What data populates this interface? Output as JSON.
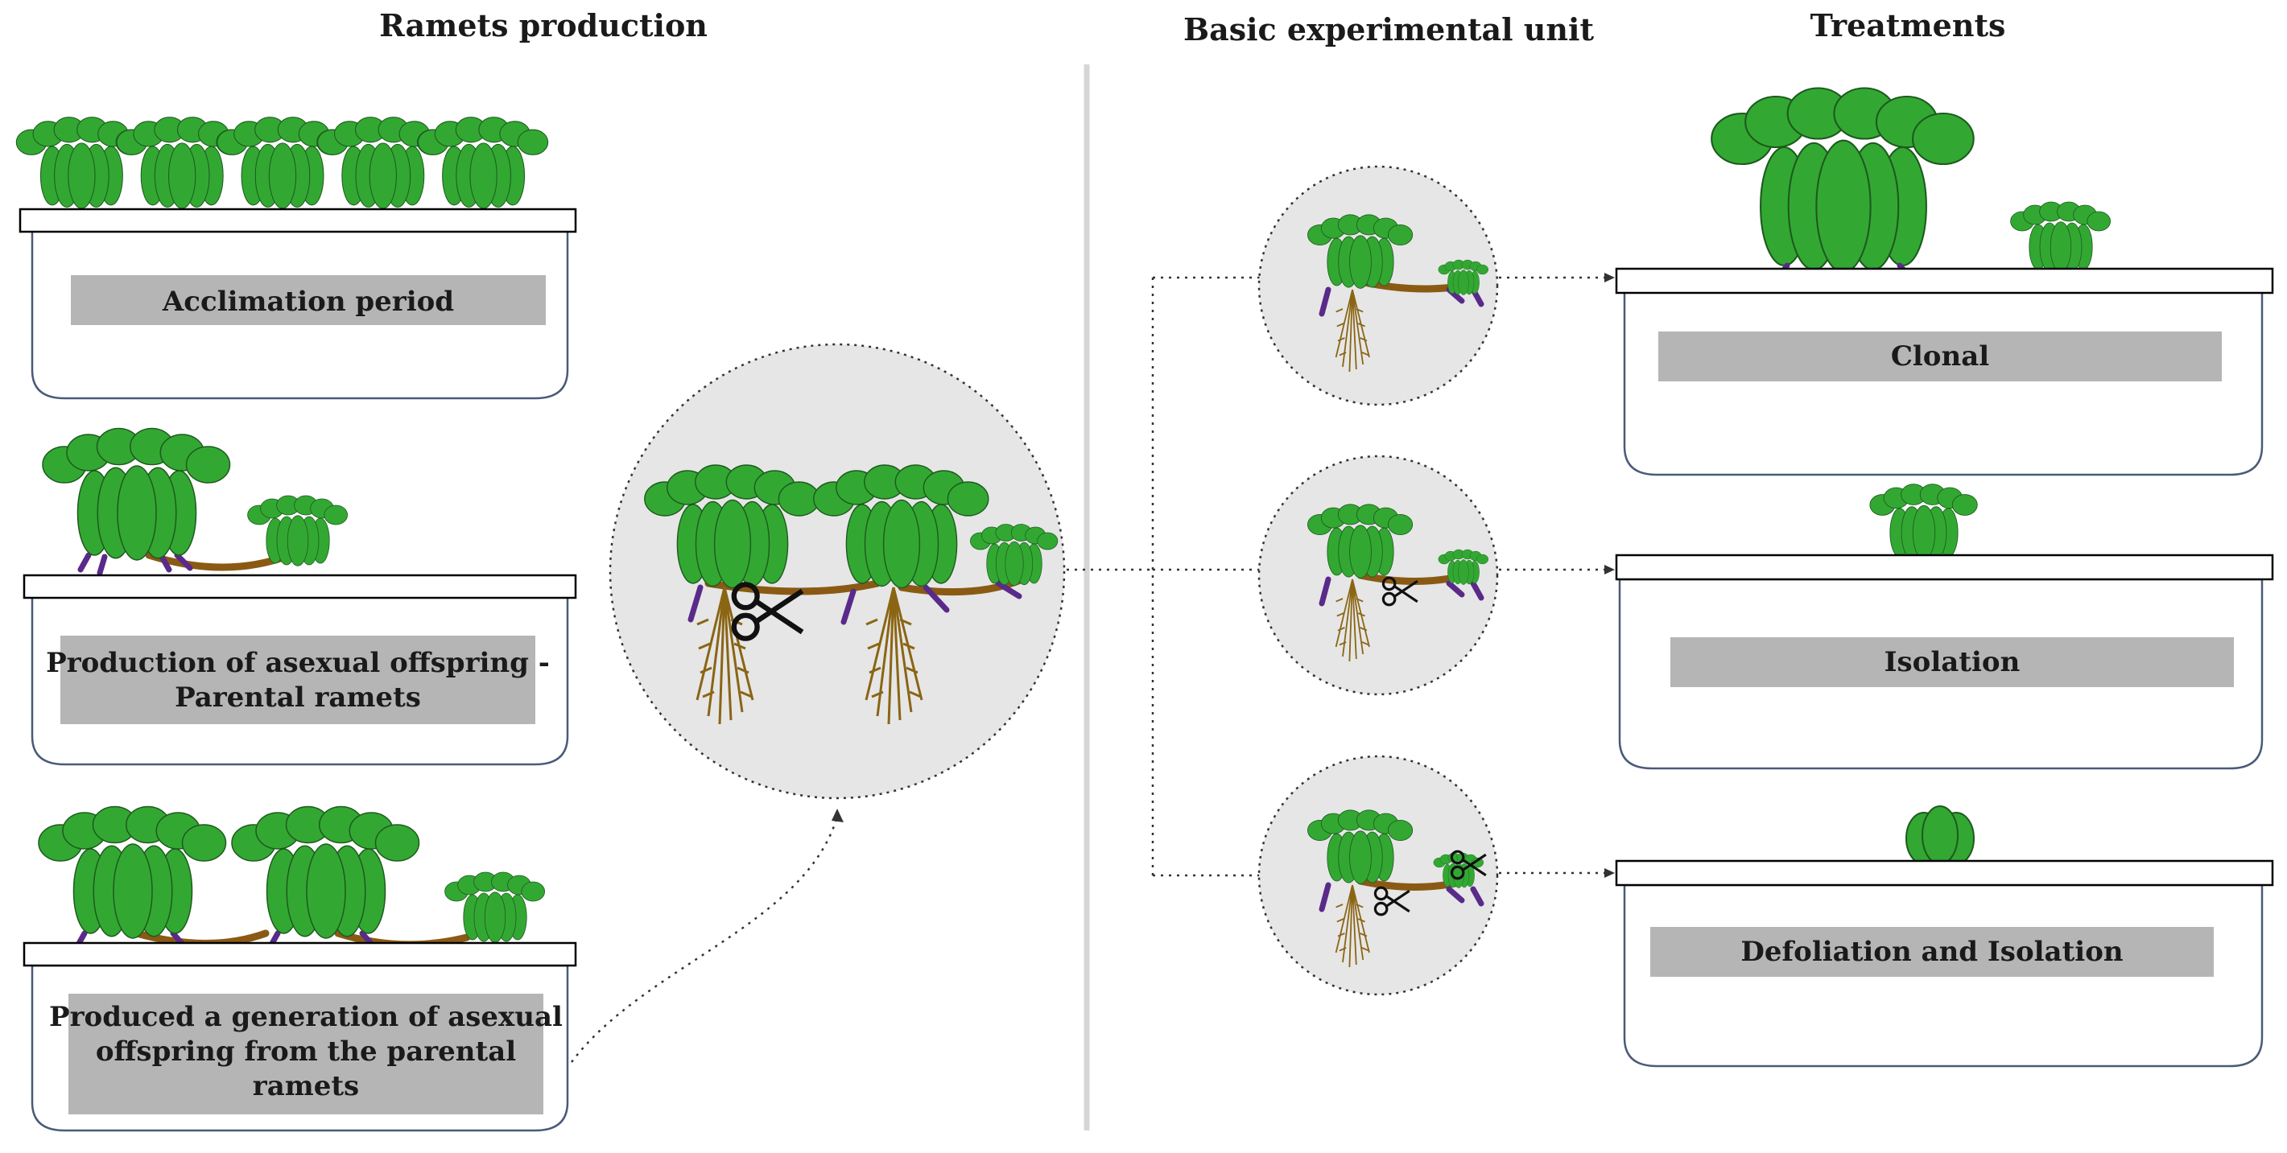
{
  "headers": {
    "ramets_production": "Ramets production",
    "basic_unit": "Basic experimental unit",
    "treatments": "Treatments"
  },
  "left_boxes": [
    {
      "lines": [
        "Acclimation period"
      ]
    },
    {
      "lines": [
        "Production of asexual offspring -",
        "Parental ramets"
      ]
    },
    {
      "lines": [
        "Produced a generation of asexual",
        "offspring from the parental",
        "ramets"
      ]
    }
  ],
  "treatments": [
    {
      "label": "Clonal"
    },
    {
      "label": "Isolation"
    },
    {
      "label": "Defoliation and Isolation"
    }
  ],
  "colors": {
    "leaf": "#32a832",
    "stolon": "#8a5a14",
    "root": "#8a6514",
    "purple_root": "#5a2a8a",
    "label_box": "#b5b5b5",
    "bubble": "#e6e6e6"
  }
}
